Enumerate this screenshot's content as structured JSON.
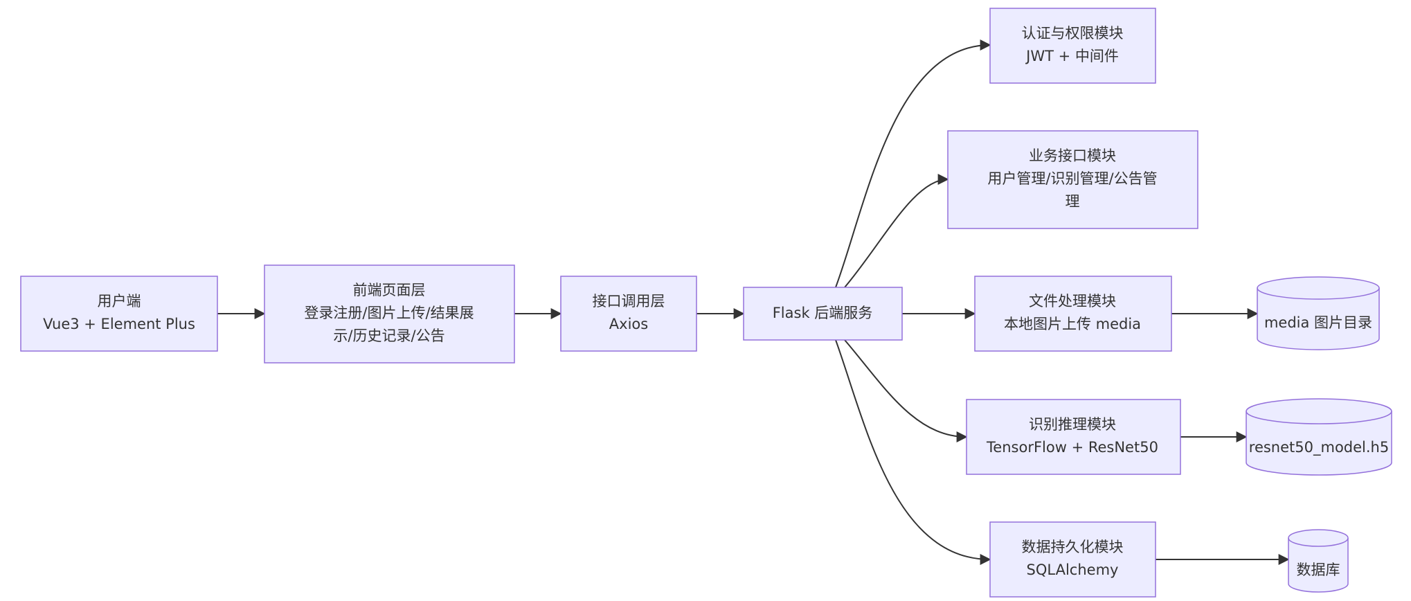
{
  "colors": {
    "node_fill": "#ECECFF",
    "node_stroke": "#9370DB",
    "edge": "#333333",
    "text": "#333333",
    "background": "#FFFFFF"
  },
  "nodes": {
    "user": {
      "lines": [
        "用户端",
        "Vue3 + Element Plus"
      ]
    },
    "frontend": {
      "lines": [
        "前端页面层",
        "登录注册/图片上传/结果展",
        "示/历史记录/公告"
      ]
    },
    "api_layer": {
      "lines": [
        "接口调用层",
        "Axios"
      ]
    },
    "flask": {
      "lines": [
        "Flask 后端服务"
      ]
    },
    "auth": {
      "lines": [
        "认证与权限模块",
        "JWT + 中间件"
      ]
    },
    "business": {
      "lines": [
        "业务接口模块",
        "用户管理/识别管理/公告管",
        "理"
      ]
    },
    "file": {
      "lines": [
        "文件处理模块",
        "本地图片上传 media"
      ]
    },
    "infer": {
      "lines": [
        "识别推理模块",
        "TensorFlow + ResNet50"
      ]
    },
    "persist": {
      "lines": [
        "数据持久化模块",
        "SQLAlchemy"
      ]
    },
    "media_dir": {
      "lines": [
        "media 图片目录"
      ]
    },
    "model_file": {
      "lines": [
        "resnet50_model.h5"
      ]
    },
    "database": {
      "lines": [
        "数据库"
      ]
    }
  },
  "edges": [
    {
      "from": "user",
      "to": "frontend"
    },
    {
      "from": "frontend",
      "to": "api_layer"
    },
    {
      "from": "api_layer",
      "to": "flask"
    },
    {
      "from": "flask",
      "to": "auth"
    },
    {
      "from": "flask",
      "to": "business"
    },
    {
      "from": "flask",
      "to": "file"
    },
    {
      "from": "flask",
      "to": "infer"
    },
    {
      "from": "flask",
      "to": "persist"
    },
    {
      "from": "file",
      "to": "media_dir"
    },
    {
      "from": "infer",
      "to": "model_file"
    },
    {
      "from": "persist",
      "to": "database"
    }
  ]
}
